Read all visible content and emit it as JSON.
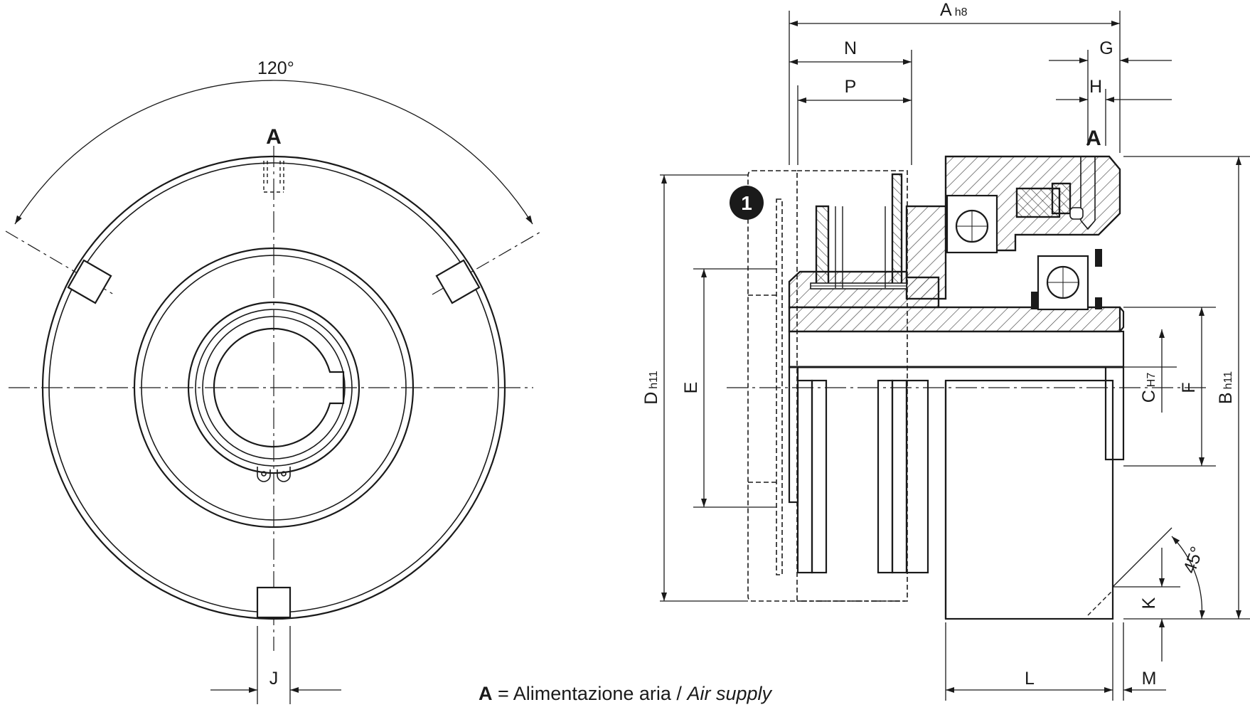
{
  "front_view": {
    "angle_label": "120°",
    "port_label": "A",
    "slot_width_label": "J"
  },
  "side_view": {
    "labels": {
      "A": "A",
      "A_sub": "h8",
      "N": "N",
      "P": "P",
      "G": "G",
      "H": "H",
      "port": "A",
      "D": "D",
      "D_sub": "h11",
      "E": "E",
      "C": "C",
      "C_sub": "H7",
      "F": "F",
      "B": "B",
      "B_sub": "h11",
      "angle": "45°",
      "K": "K",
      "L": "L",
      "M": "M"
    },
    "callout": "1"
  },
  "caption": {
    "letter": "A",
    "equals": " = ",
    "italian": "Alimentazione aria",
    "separator": " / ",
    "english": "Air supply"
  }
}
